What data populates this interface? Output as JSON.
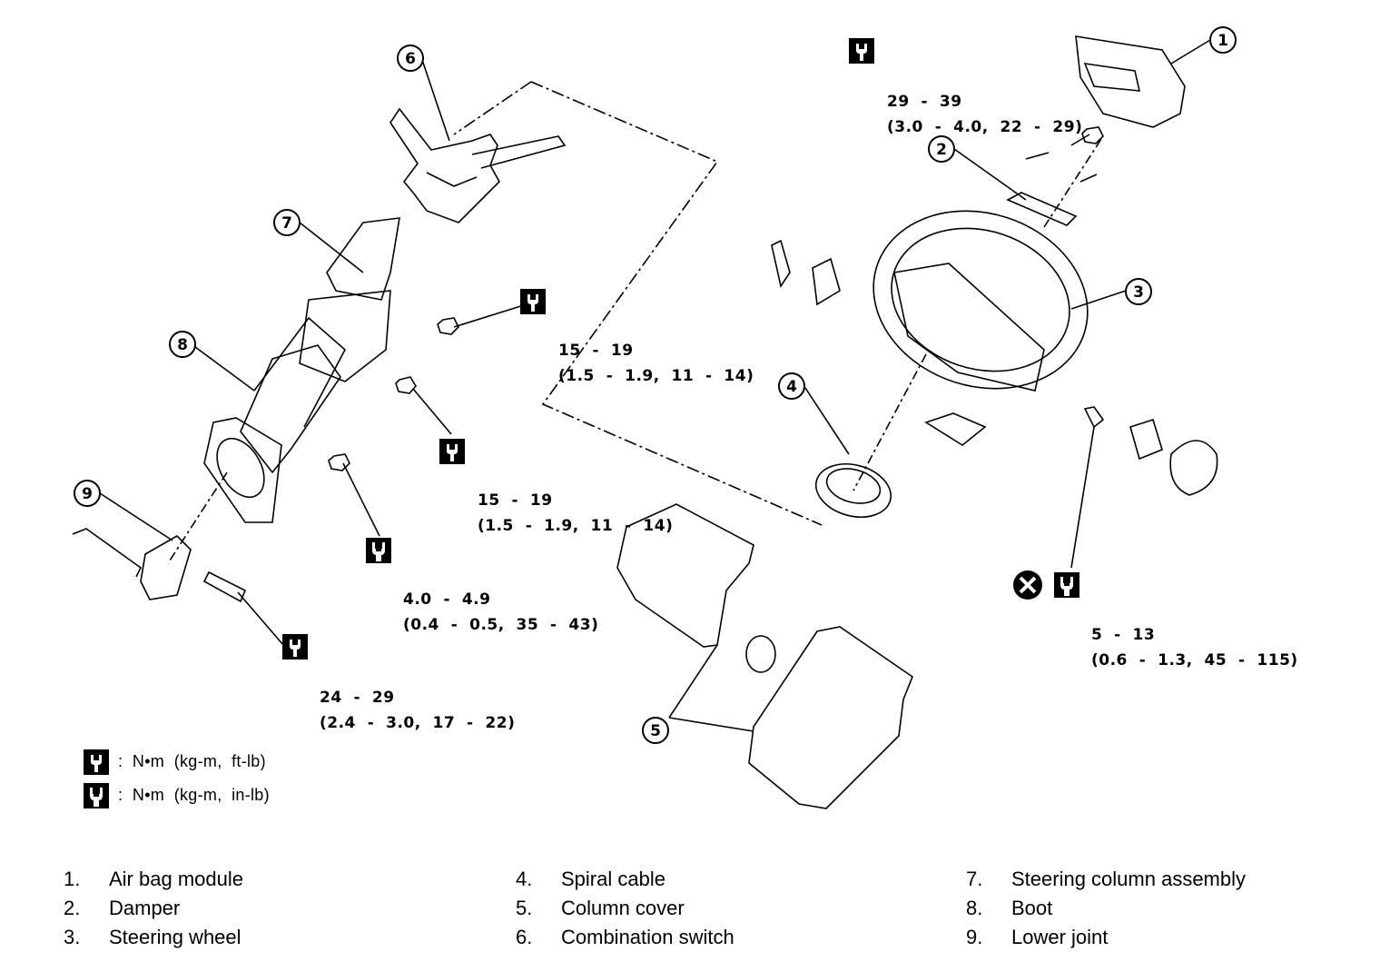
{
  "callouts": [
    "1",
    "2",
    "3",
    "4",
    "5",
    "6",
    "7",
    "8",
    "9"
  ],
  "torque_specs": [
    {
      "id": "t1",
      "line1": "29  -  39",
      "line2": "(3.0  -  4.0,  22  -  29)",
      "icon": "torque-wrench-icon"
    },
    {
      "id": "t2",
      "line1": "15  -  19",
      "line2": "(1.5  -  1.9,  11  -  14)",
      "icon": "torque-wrench-icon"
    },
    {
      "id": "t3",
      "line1": "15  -  19",
      "line2": "(1.5  -  1.9,  11  -  14)",
      "icon": "torque-wrench-icon"
    },
    {
      "id": "t4",
      "line1": "4.0  -  4.9",
      "line2": "(0.4  -  0.5,  35  -  43)",
      "icon": "torque-wrench-small-icon"
    },
    {
      "id": "t5",
      "line1": "24  -  29",
      "line2": "(2.4  -  3.0,  17  -  22)",
      "icon": "torque-wrench-icon"
    },
    {
      "id": "t6",
      "line1": "5  -  13",
      "line2": "(0.6  -  1.3,  45  -  115)",
      "icon": "torque-wrench-small-icon",
      "extra_icon": "do-not-reuse-icon"
    }
  ],
  "legend": [
    {
      "text": ":  N•m  (kg-m,  ft-lb)",
      "icon": "torque-wrench-icon"
    },
    {
      "text": ":  N•m  (kg-m,  in-lb)",
      "icon": "torque-wrench-small-icon"
    }
  ],
  "parts_list": [
    {
      "num": "1.",
      "name": "Air bag module"
    },
    {
      "num": "2.",
      "name": "Damper"
    },
    {
      "num": "3.",
      "name": "Steering wheel"
    },
    {
      "num": "4.",
      "name": "Spiral cable"
    },
    {
      "num": "5.",
      "name": "Column cover"
    },
    {
      "num": "6.",
      "name": "Combination switch"
    },
    {
      "num": "7.",
      "name": "Steering column assembly"
    },
    {
      "num": "8.",
      "name": "Boot"
    },
    {
      "num": "9.",
      "name": "Lower joint"
    }
  ]
}
